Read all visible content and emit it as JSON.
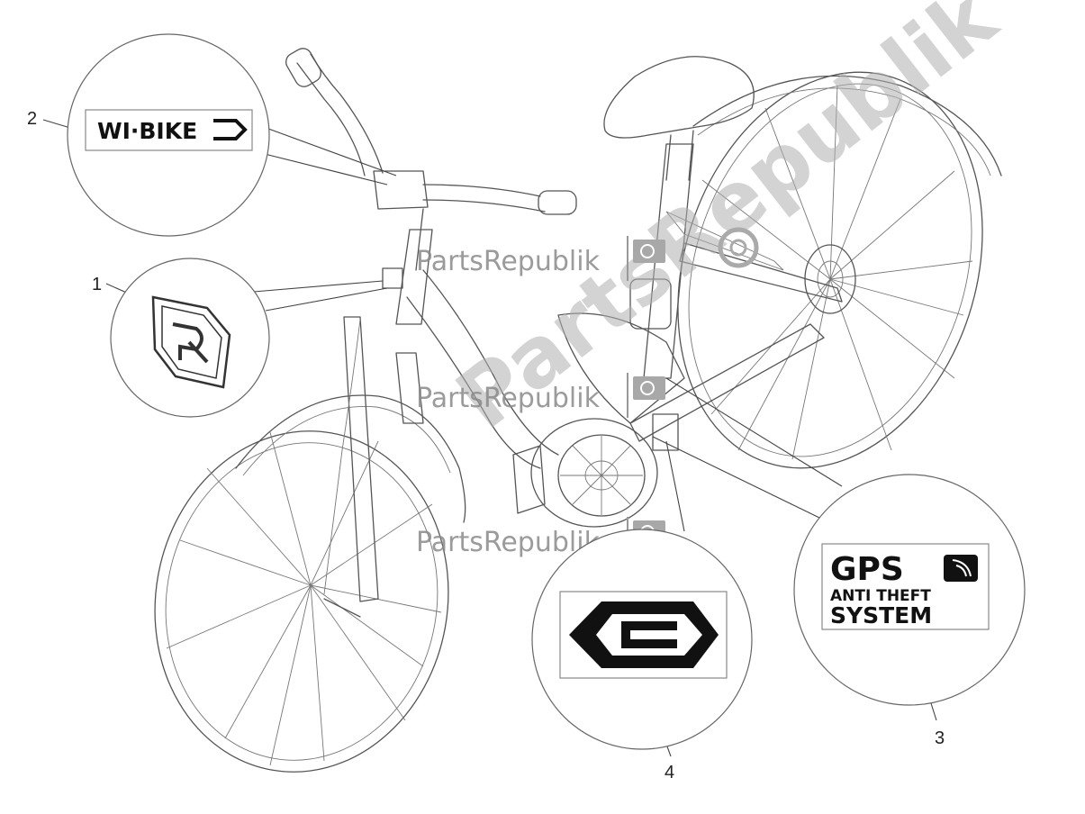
{
  "callouts": [
    {
      "number": "1",
      "part": "Piaggio logo emblem"
    },
    {
      "number": "2",
      "decal_text": "WI·BIKE"
    },
    {
      "number": "3",
      "decal_lines": [
        "GPS",
        "ANTI THEFT",
        "SYSTEM"
      ]
    },
    {
      "number": "4",
      "part": "E arrow decal"
    }
  ],
  "watermark": {
    "label": "PartsRepublik",
    "diagonal": "PartsRepublik",
    "icon": "gear-flag-icon"
  },
  "colors": {
    "line": "#555555",
    "watermark": "#8a8a8a",
    "decal": "#111111"
  }
}
